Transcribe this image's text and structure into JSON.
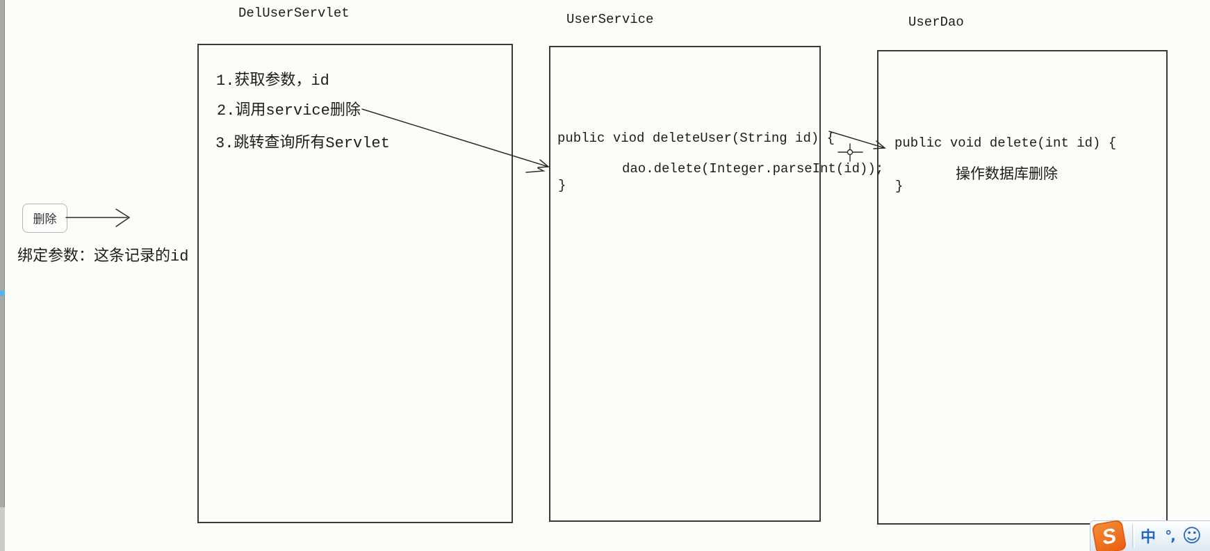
{
  "boxes": {
    "servlet": {
      "title": "DelUserServlet",
      "items": [
        "1.获取参数，id",
        "2.调用service删除",
        "3.跳转查询所有Servlet"
      ]
    },
    "service": {
      "title": "UserService",
      "code": [
        "public viod deleteUser(String id) {",
        "dao.delete(Integer.parseInt(id));",
        "}"
      ]
    },
    "dao": {
      "title": "UserDao",
      "code": [
        "public void delete(int id) {",
        "操作数据库删除",
        "}"
      ]
    }
  },
  "annotations": {
    "delete_button_label": "删除",
    "bind_param_caption": "绑定参数：这条记录的id"
  },
  "ime_toolbar": {
    "logo_letter": "S",
    "mode_label": "中",
    "punctuation_label": "°,",
    "emoji_symbol": "☺"
  },
  "colors": {
    "ink": "#2b2b2b",
    "ime_blue": "#2268c2",
    "sogou_orange": "#ed6a1e"
  }
}
